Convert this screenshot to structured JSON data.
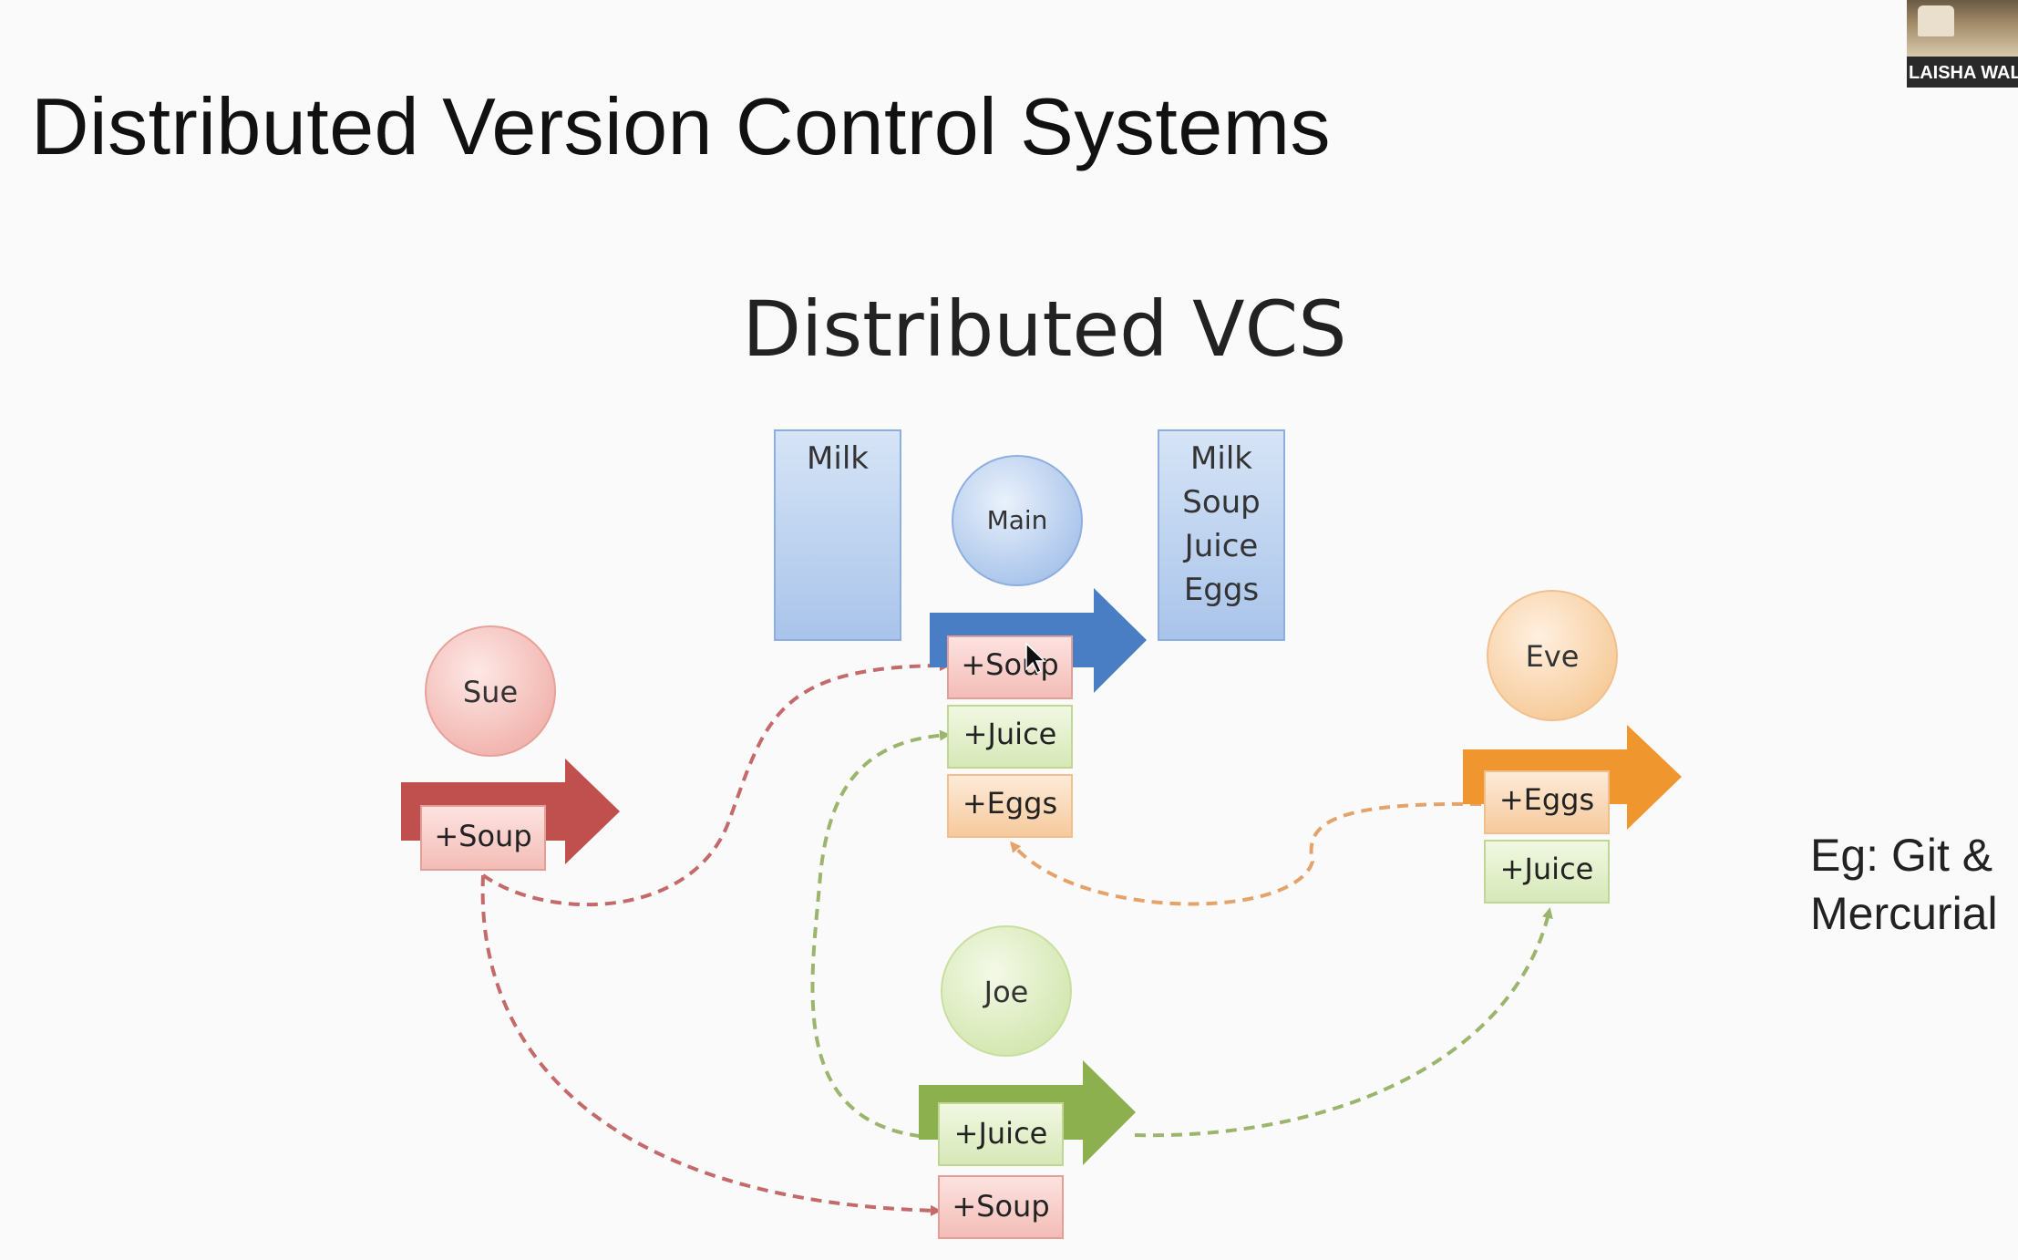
{
  "slide": {
    "title": "Distributed Version Control Systems",
    "note_line1": "Eg: Git &",
    "note_line2": "Mercurial"
  },
  "video": {
    "participant": "LAISHA WAL"
  },
  "diagram": {
    "title": "Distributed VCS",
    "repo_before": {
      "items": [
        "Milk"
      ]
    },
    "repo_after": {
      "items": [
        "Milk",
        "Soup",
        "Juice",
        "Eggs"
      ]
    },
    "main": {
      "label": "Main",
      "changes": [
        "+Soup",
        "+Juice",
        "+Eggs"
      ]
    },
    "sue": {
      "label": "Sue",
      "changes": [
        "+Soup"
      ]
    },
    "eve": {
      "label": "Eve",
      "changes": [
        "+Eggs",
        "+Juice"
      ]
    },
    "joe": {
      "label": "Joe",
      "changes": [
        "+Juice",
        "+Soup"
      ]
    }
  },
  "colors": {
    "main": "#4a7ec4",
    "sue": "#c0504d",
    "eve": "#f0962e",
    "joe": "#8cb04e",
    "repo": "#b9d0ee"
  }
}
